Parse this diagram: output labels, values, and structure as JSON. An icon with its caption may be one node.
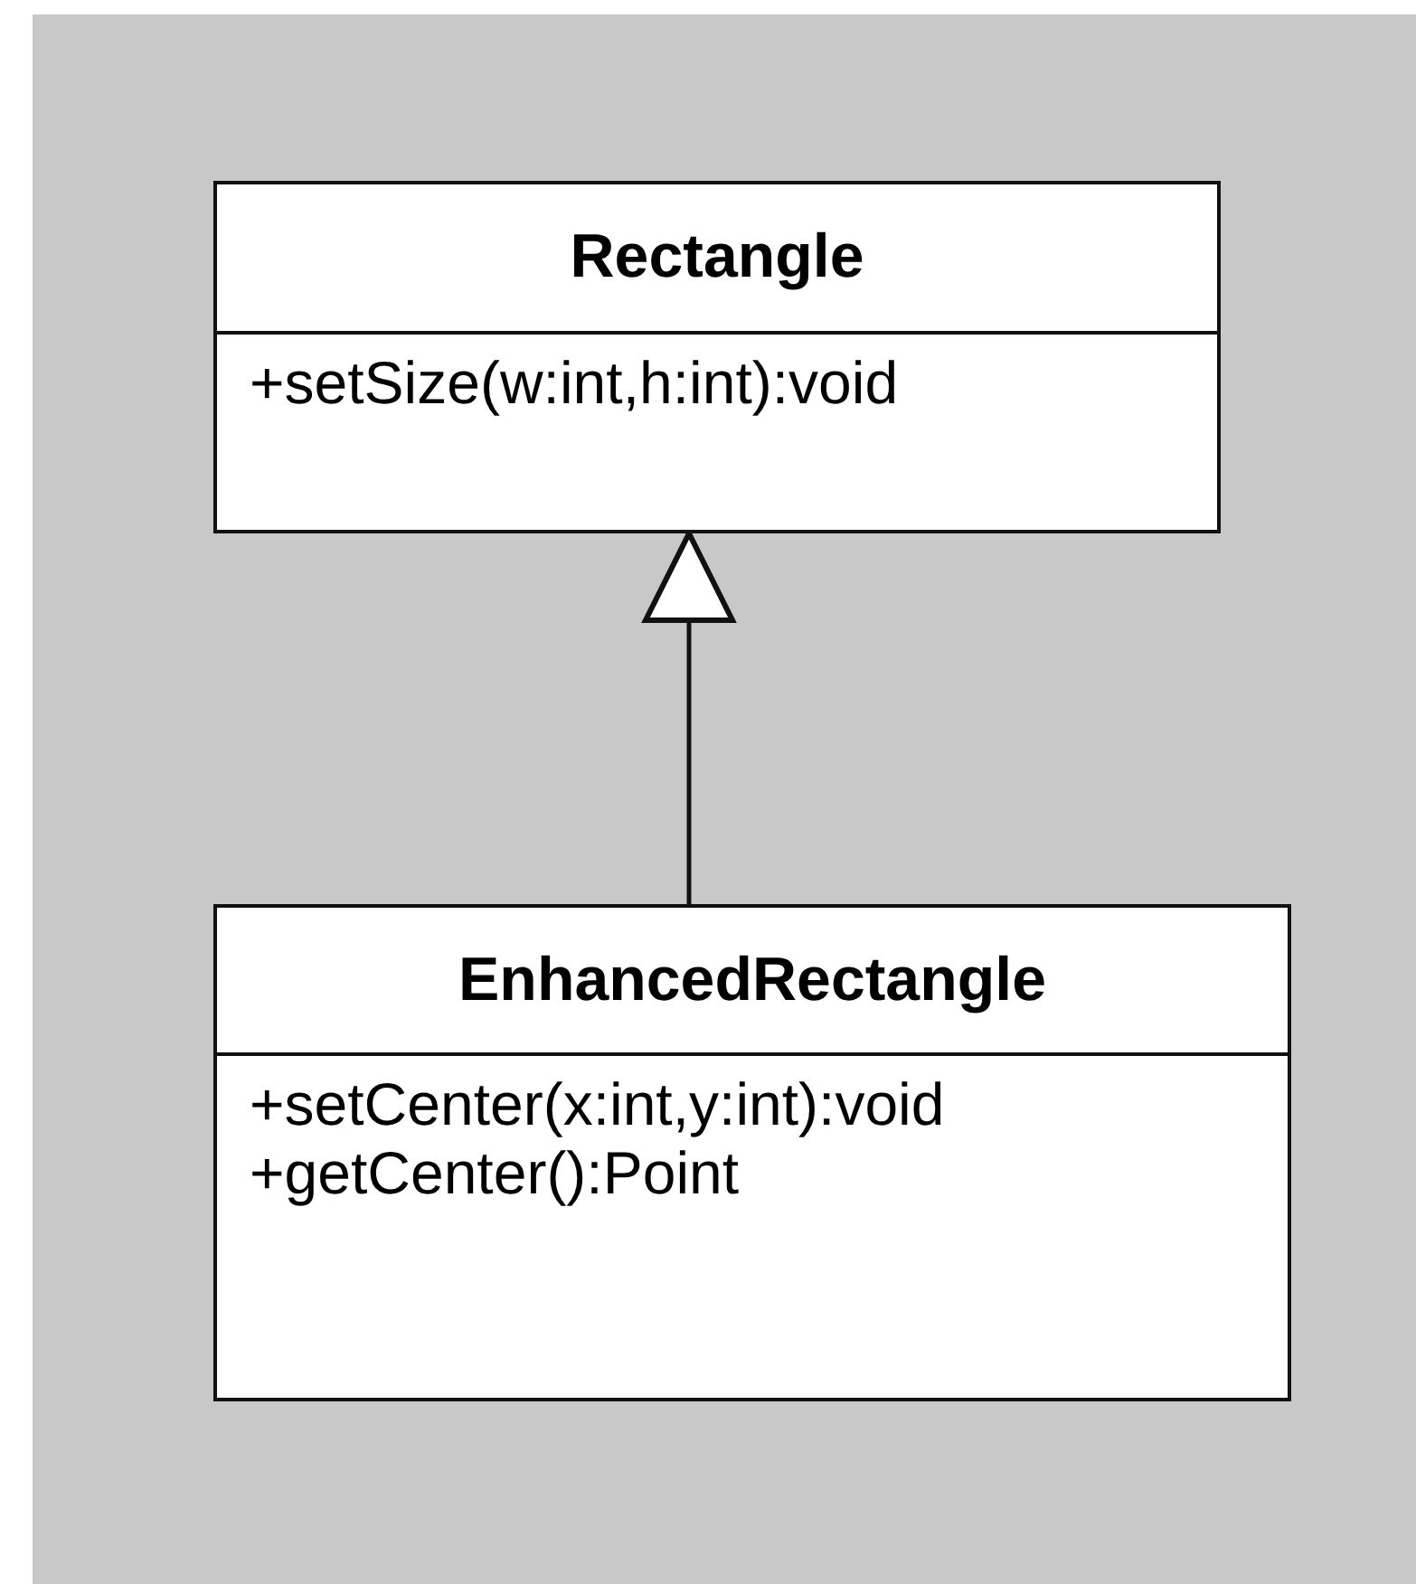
{
  "diagram": {
    "nodes": [
      {
        "text": [
          "Rectangle",
          "+setSize(w:int,h:int):void"
        ]
      },
      {
        "text": [
          "EnhancedRectangle",
          "+setCenter(x:int,y:int):void",
          "+getCenter():Point"
        ]
      }
    ],
    "edges": [
      {
        "from": 1,
        "to": 0,
        "arrow": "to"
      }
    ]
  }
}
